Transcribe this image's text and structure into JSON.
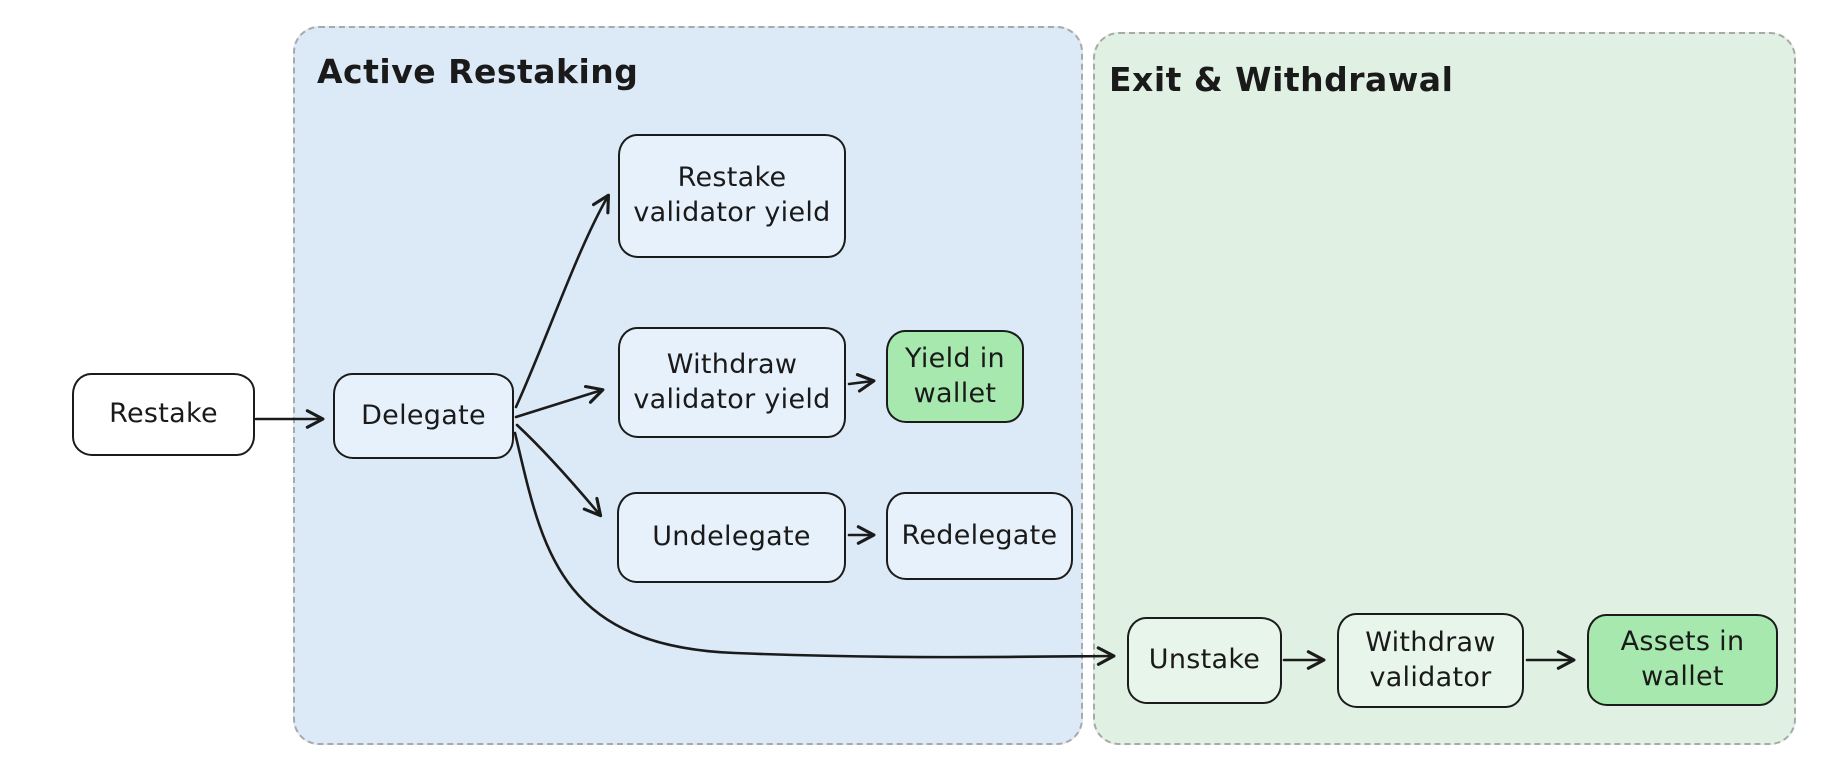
{
  "diagram": {
    "groups": {
      "active_restaking": {
        "label": "Active Restaking",
        "fill": "#dce9f7"
      },
      "exit_withdrawal": {
        "label": "Exit & Withdrawal",
        "fill": "#e0f1e3"
      }
    },
    "nodes": {
      "restake": {
        "label": "Restake",
        "fill": "#ffffff"
      },
      "delegate": {
        "label": "Delegate",
        "fill": "#e7f1fb"
      },
      "restake_validator_yield": {
        "label": "Restake validator yield",
        "fill": "#e7f1fb"
      },
      "withdraw_validator_yield": {
        "label": "Withdraw validator yield",
        "fill": "#e7f1fb"
      },
      "yield_in_wallet": {
        "label": "Yield in wallet",
        "fill": "#a6e8ad"
      },
      "undelegate": {
        "label": "Undelegate",
        "fill": "#e7f1fb"
      },
      "redelegate": {
        "label": "Redelegate",
        "fill": "#e7f1fb"
      },
      "unstake": {
        "label": "Unstake",
        "fill": "#e8f5ea"
      },
      "withdraw_validator": {
        "label": "Withdraw validator",
        "fill": "#e8f5ea"
      },
      "assets_in_wallet": {
        "label": "Assets in wallet",
        "fill": "#a6e8ad"
      }
    },
    "edges": [
      {
        "from": "restake",
        "to": "delegate"
      },
      {
        "from": "delegate",
        "to": "restake_validator_yield"
      },
      {
        "from": "delegate",
        "to": "withdraw_validator_yield"
      },
      {
        "from": "delegate",
        "to": "undelegate"
      },
      {
        "from": "delegate",
        "to": "unstake"
      },
      {
        "from": "withdraw_validator_yield",
        "to": "yield_in_wallet"
      },
      {
        "from": "undelegate",
        "to": "redelegate"
      },
      {
        "from": "unstake",
        "to": "withdraw_validator"
      },
      {
        "from": "withdraw_validator",
        "to": "assets_in_wallet"
      }
    ],
    "colors": {
      "node_border": "#1b1b1b",
      "edge": "#1b1b1b",
      "text": "#1a1a1a",
      "group_border": "#a9a9a9",
      "group_blue_fill": "#dce9f7",
      "group_green_fill": "#e0f1e3",
      "node_blue_fill": "#e7f1fb",
      "node_green_fill": "#e8f5ea",
      "highlight_green_fill": "#a6e8ad",
      "plain_fill": "#ffffff"
    }
  }
}
